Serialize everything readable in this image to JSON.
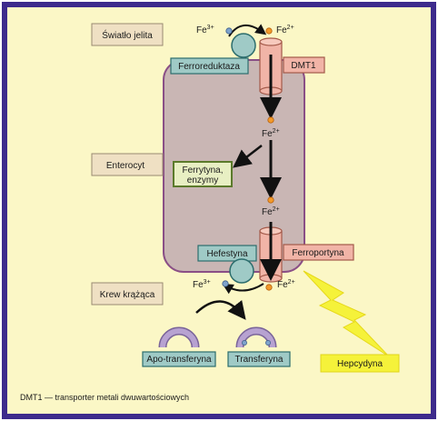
{
  "colors": {
    "frame": "#3d2b8c",
    "background": "#fbf7c6",
    "cell_fill": "#c9b6b4",
    "cell_stroke": "#8a4f86",
    "tan_box": "#efe0c3",
    "teal_box": "#9fcac6",
    "teal_stroke": "#2c6d6d",
    "salmon_box": "#f1b4a7",
    "green_box": "#e8efc3",
    "green_stroke": "#5b7a2b",
    "hepcidin": "#f5f23a",
    "purple_arc": "#9f86bd"
  },
  "labels": {
    "gut_lumen": "Światło jelita",
    "enterocyte": "Enterocyt",
    "blood": "Krew krążąca",
    "ferroreductase": "Ferroreduktaza",
    "dmt1": "DMT1",
    "ferritin_line1": "Ferrytyna,",
    "ferritin_line2": "enzymy",
    "hephaestin": "Hefestyna",
    "ferroportin": "Ferroportyna",
    "apo_transferrin": "Apo-transferyna",
    "transferrin": "Transferyna",
    "hepcidin": "Hepcydyna"
  },
  "ions": {
    "fe": "Fe",
    "charge3": "3+",
    "charge2": "2+"
  },
  "footnote": "DMT1 — transporter metali dwuwartościowych"
}
